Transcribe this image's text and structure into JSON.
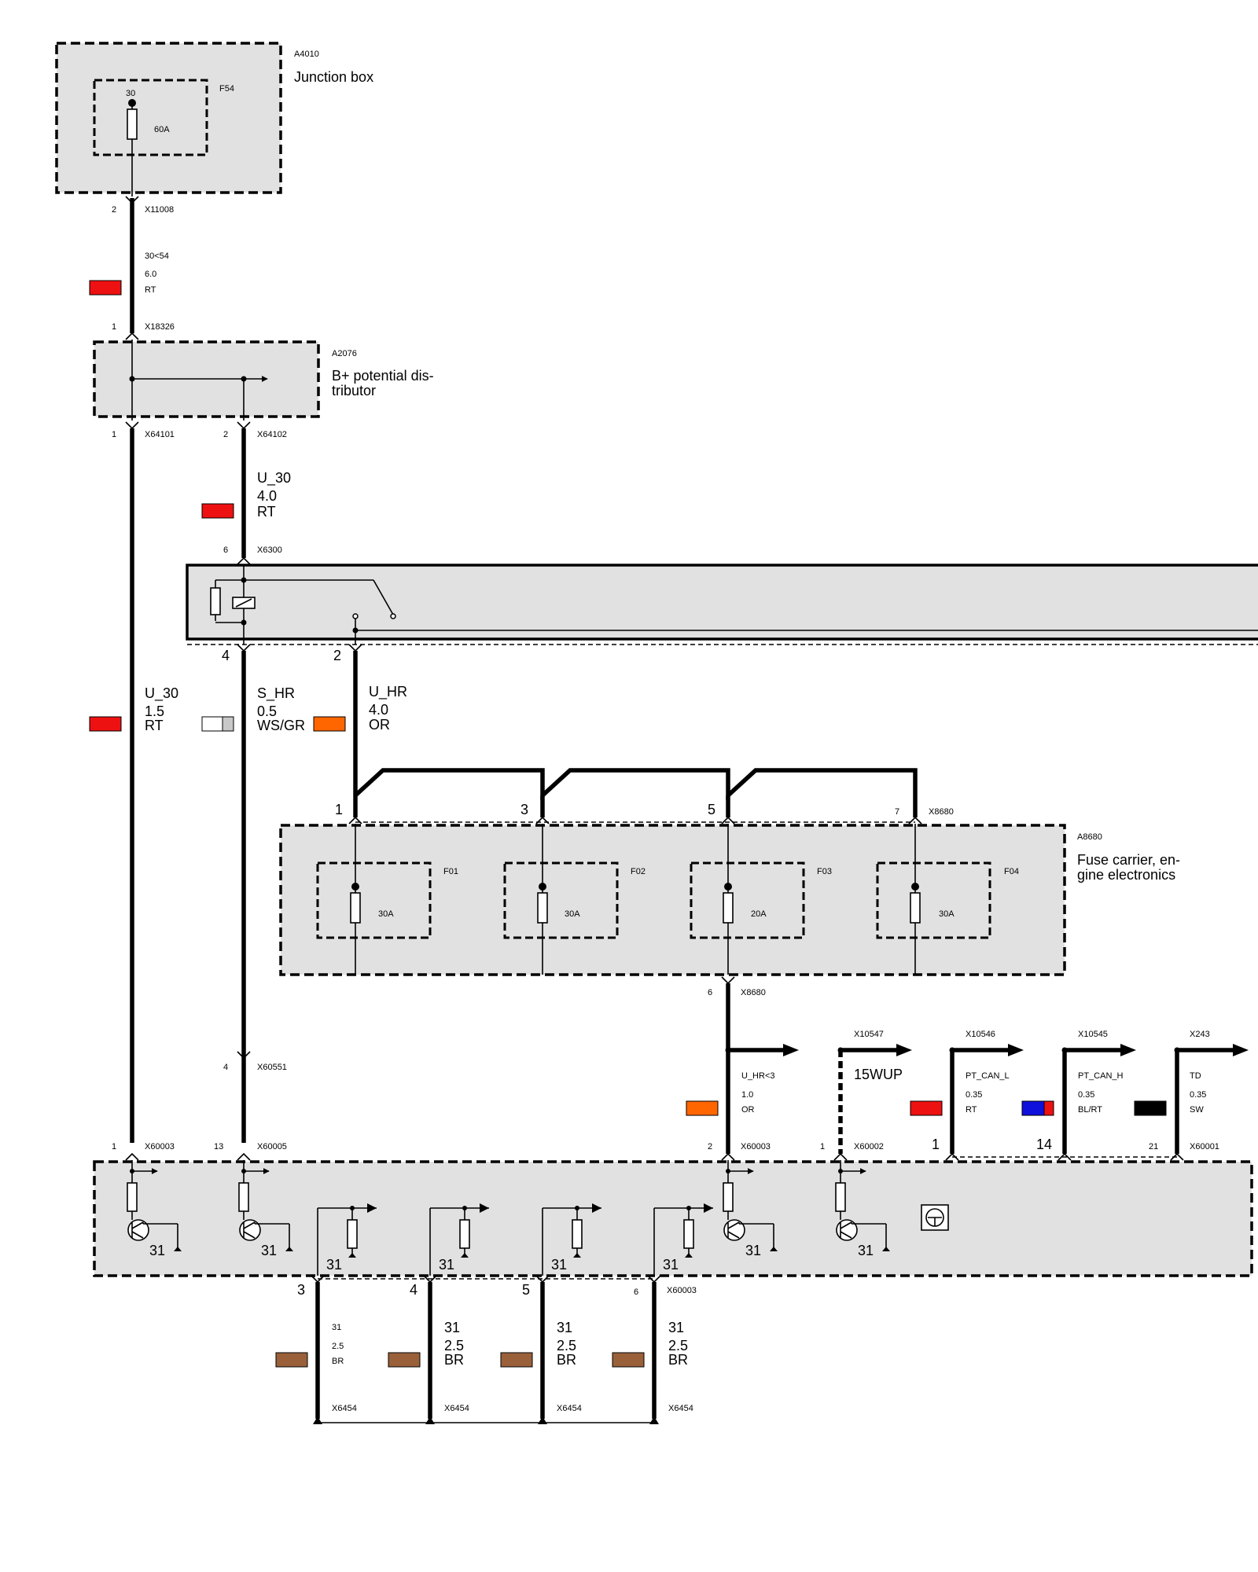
{
  "components": {
    "a4010": {
      "id": "A4010",
      "title": "Junction box",
      "fuse": "F54",
      "pin": "30",
      "rating": "60A"
    },
    "a2076": {
      "id": "A2076",
      "title_line1": "B+ potential dis-",
      "title_line2": "tributor"
    },
    "a8680": {
      "id": "A8680",
      "title_line1": "Fuse carrier, en-",
      "title_line2": "gine electronics",
      "fuses": [
        {
          "label": "F01",
          "rating": "30A"
        },
        {
          "label": "F02",
          "rating": "30A"
        },
        {
          "label": "F03",
          "rating": "20A"
        },
        {
          "label": "F04",
          "rating": "30A"
        }
      ]
    }
  },
  "connectors": {
    "x11008": {
      "pin": "2",
      "name": "X11008"
    },
    "x18326": {
      "pin": "1",
      "name": "X18326"
    },
    "x64101": {
      "pin": "1",
      "name": "X64101"
    },
    "x64102": {
      "pin": "2",
      "name": "X64102"
    },
    "x6300": {
      "pin": "6",
      "name": "X6300"
    },
    "relay_pin4": "4",
    "relay_pin2": "2",
    "x8680_in": {
      "pins": [
        "1",
        "3",
        "5",
        "7"
      ],
      "name": "X8680"
    },
    "x8680_out": {
      "pin": "6",
      "name": "X8680"
    },
    "x60551": {
      "pin": "4",
      "name": "X60551"
    },
    "x60003_a": {
      "pin": "1",
      "name": "X60003"
    },
    "x60005": {
      "pin": "13",
      "name": "X60005"
    },
    "x60003_b": {
      "pin": "2",
      "name": "X60003"
    },
    "x60002": {
      "pin": "1",
      "name": "X60002"
    },
    "x60001": {
      "pins": [
        "1",
        "14",
        "21"
      ],
      "name": "X60001"
    },
    "ground_pins": [
      "3",
      "4",
      "5",
      "6"
    ],
    "x60003_c": {
      "name": "X60003"
    },
    "x6454": "X6454",
    "out_x10547": "X10547",
    "out_x10546": "X10546",
    "out_x10545": "X10545",
    "out_x243": "X243"
  },
  "wires": {
    "w1": {
      "signal": "30<54",
      "size": "6.0",
      "color": "RT"
    },
    "w2": {
      "signal": "U_30",
      "size": "4.0",
      "color": "RT"
    },
    "w3": {
      "signal": "U_30",
      "size": "1.5",
      "color": "RT"
    },
    "w4": {
      "signal": "S_HR",
      "size": "0.5",
      "color": "WS/GR"
    },
    "w5": {
      "signal": "U_HR",
      "size": "4.0",
      "color": "OR"
    },
    "w6": {
      "signal": "U_HR<3",
      "size": "1.0",
      "color": "OR"
    },
    "w7": {
      "signal": "15WUP"
    },
    "w8": {
      "signal": "PT_CAN_L",
      "size": "0.35",
      "color": "RT"
    },
    "w9": {
      "signal": "PT_CAN_H",
      "size": "0.35",
      "color": "BL/RT"
    },
    "w10": {
      "signal": "TD",
      "size": "0.35",
      "color": "SW"
    },
    "gnd": {
      "signal": "31",
      "size": "2.5",
      "color": "BR"
    }
  },
  "ground_label": "31",
  "colors": {
    "RT": "#ee1111",
    "OR": "#ff6600",
    "BR": "#99603a",
    "BL": "#1010dd",
    "SW": "#000000",
    "WS": "#ffffff",
    "GR": "#c8c8c8",
    "box": "#e1e1e1"
  }
}
